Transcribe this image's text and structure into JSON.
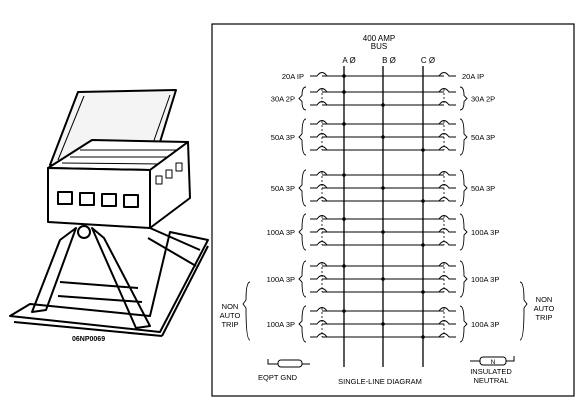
{
  "illustration": {
    "caption": "06NP0069"
  },
  "diagram": {
    "bus_title": "400 AMP",
    "bus_subtitle": "BUS",
    "phases": [
      "A Ø",
      "B Ø",
      "C Ø"
    ],
    "left_breakers": [
      {
        "label": "20A IP",
        "poles": 1
      },
      {
        "label": "30A 2P",
        "poles": 2
      },
      {
        "label": "50A 3P",
        "poles": 3
      },
      {
        "label": "50A 3P",
        "poles": 3
      },
      {
        "label": "100A 3P",
        "poles": 3
      },
      {
        "label": "100A 3P",
        "poles": 3
      },
      {
        "label": "100A 3P",
        "poles": 3
      }
    ],
    "right_breakers": [
      {
        "label": "20A IP",
        "poles": 1
      },
      {
        "label": "30A 2P",
        "poles": 2
      },
      {
        "label": "50A 3P",
        "poles": 3
      },
      {
        "label": "50A 3P",
        "poles": 3
      },
      {
        "label": "100A 3P",
        "poles": 3
      },
      {
        "label": "100A 3P",
        "poles": 3
      },
      {
        "label": "100A 3P",
        "poles": 3
      }
    ],
    "left_note": [
      "NON",
      "AUTO",
      "TRIP"
    ],
    "right_note": [
      "NON",
      "AUTO",
      "TRIP"
    ],
    "ground_label": "EQPT GND",
    "neutral_symbol": "N",
    "neutral_label_1": "INSULATED",
    "neutral_label_2": "NEUTRAL",
    "footer_title": "SINGLE-LINE DIAGRAM"
  }
}
